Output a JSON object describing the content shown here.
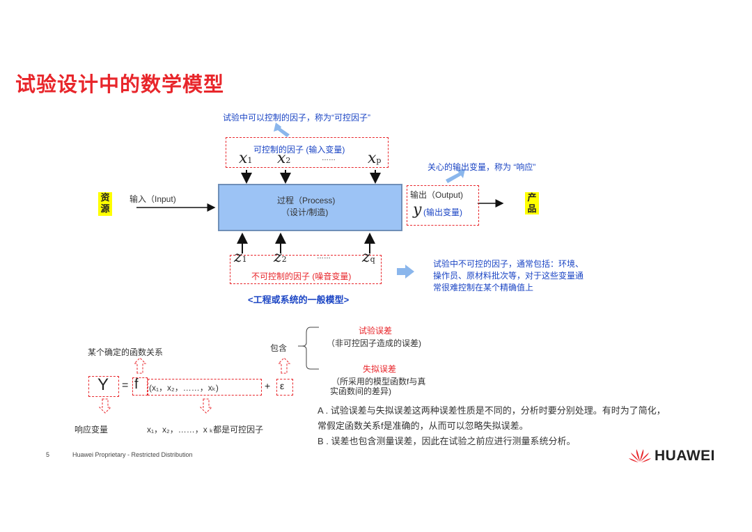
{
  "title": "试验设计中的数学模型",
  "diagram": {
    "controllable_note": "试验中可以控制的因子，称为“可控因子”",
    "controllable_label": "可控制的因子 (输入变量)",
    "x1": "x",
    "x1_sub": "1",
    "x2": "x",
    "x2_sub": "2",
    "xp": "x",
    "xp_sub": "p",
    "top_dots": "……",
    "response_note": "关心的输出变量，称为 “响应”",
    "source_char1": "资",
    "source_char2": "源",
    "input_label": "输入（Input)",
    "process_label": "过程（Process)",
    "process_sub": "（设计/制造)",
    "output_label": "输出（Output)",
    "y_symbol": "y",
    "output_var_label": "(输出变量)",
    "product_char1": "产",
    "product_char2": "品",
    "z1": "z",
    "z1_sub": "1",
    "z2": "z",
    "z2_sub": "2",
    "zq": "z",
    "zq_sub": "q",
    "bottom_dots": "……",
    "uncontrollable_label": "不可控制的因子 (噪音变量)",
    "noise_note_1": "试验中不可控的因子，通常包括：环境、",
    "noise_note_2": "操作员、原材料批次等，对于这些变量通",
    "noise_note_3": "常很难控制在某个精确值上",
    "caption": "<工程或系统的一般模型>"
  },
  "formula": {
    "deterministic_label": "某个确定的函数关系",
    "includes": "包含",
    "exp_error": "试验误差",
    "exp_error_desc": "（非可控因子造成的误差)",
    "fit_error": "失拟误差",
    "fit_error_desc_1": "（所采用的模型函数f与真",
    "fit_error_desc_2": "实函数间的差异)",
    "Y": "Y",
    "equals": "=",
    "f": "f",
    "args": "(x₁，x₂，……，xₖ)",
    "plus": "+",
    "epsilon": "ε",
    "response_var": "响应变量",
    "factors": "x₁，x₂，……，x ₖ都是可控因子",
    "note_a_1": "A . 试验误差与失拟误差这两种误差性质是不同的，分析时要分别处理。有时为了简化，",
    "note_a_2": "常假定函数关系f是准确的，从而可以忽略失拟误差。",
    "note_b": "B . 误差也包含测量误差，因此在试验之前应进行测量系统分析。"
  },
  "footer": {
    "page": "5",
    "text": "Huawei Proprietary - Restricted Distribution",
    "logo": "HUAWEI"
  },
  "colors": {
    "accent_red": "#e8262b",
    "note_blue": "#1b45c4",
    "process_fill": "#9cc3f5",
    "source_yellow": "#ffff00",
    "arrow_light_blue": "#8ab6ec"
  }
}
